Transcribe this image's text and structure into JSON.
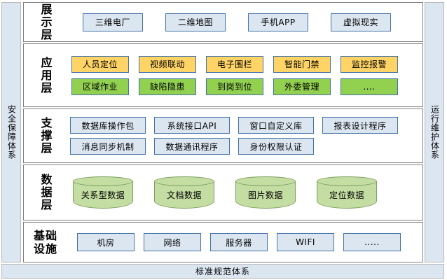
{
  "side_panels": {
    "left": {
      "label": "安全保障体系"
    },
    "right": {
      "label": "运行维护体系"
    }
  },
  "bottom_bar": {
    "label": "标准规范体系"
  },
  "layers": [
    {
      "key": "display",
      "label": "展示层",
      "rows": [
        [
          {
            "text": "三维电厂",
            "style": "blue"
          },
          {
            "text": "二维地图",
            "style": "blue"
          },
          {
            "text": "手机APP",
            "style": "blue"
          },
          {
            "text": "虚拟现实",
            "style": "blue"
          }
        ]
      ]
    },
    {
      "key": "application",
      "label": "应用层",
      "rows": [
        [
          {
            "text": "人员定位",
            "style": "orange"
          },
          {
            "text": "视频联动",
            "style": "orange"
          },
          {
            "text": "电子围栏",
            "style": "orange"
          },
          {
            "text": "智能门禁",
            "style": "orange"
          },
          {
            "text": "监控报警",
            "style": "orange"
          }
        ],
        [
          {
            "text": "区域作业",
            "style": "green"
          },
          {
            "text": "缺陷隐患",
            "style": "green"
          },
          {
            "text": "到岗到位",
            "style": "green"
          },
          {
            "text": "外委管理",
            "style": "green"
          },
          {
            "text": "....",
            "style": "green"
          }
        ]
      ]
    },
    {
      "key": "support",
      "label": "支撑层",
      "rows": [
        [
          {
            "text": "数据库操作包",
            "style": "blue"
          },
          {
            "text": "系统接口API",
            "style": "blue"
          },
          {
            "text": "窗口自定义库",
            "style": "blue"
          },
          {
            "text": "报表设计程序",
            "style": "blue"
          }
        ],
        [
          {
            "text": "消息同步机制",
            "style": "blue"
          },
          {
            "text": "数据通讯程序",
            "style": "blue"
          },
          {
            "text": "身份权限认证",
            "style": "blue"
          },
          {
            "text": "",
            "style": "empty"
          }
        ]
      ]
    },
    {
      "key": "data",
      "label": "数据层",
      "cylinders": [
        {
          "text": "关系型数据"
        },
        {
          "text": "文档数据"
        },
        {
          "text": "图片数据"
        },
        {
          "text": "定位数据"
        }
      ]
    },
    {
      "key": "infra",
      "label": "基础设施",
      "rows": [
        [
          {
            "text": "机房",
            "style": "blue"
          },
          {
            "text": "网络",
            "style": "blue"
          },
          {
            "text": "服务器",
            "style": "blue"
          },
          {
            "text": "WIFI",
            "style": "blue"
          },
          {
            "text": ".....",
            "style": "blue"
          }
        ]
      ]
    }
  ],
  "colors": {
    "panel_fill": "#dce6f1",
    "panel_border": "#b9b9b9",
    "layer_border": "#7f7f7f",
    "node_blue_fill": "#dce6f1",
    "node_blue_border": "#4472a8",
    "node_orange_fill": "#ffd466",
    "node_green_fill": "#92d050",
    "cylinder_fill": "#c3dda2",
    "cylinder_border": "#7f9f5f"
  }
}
